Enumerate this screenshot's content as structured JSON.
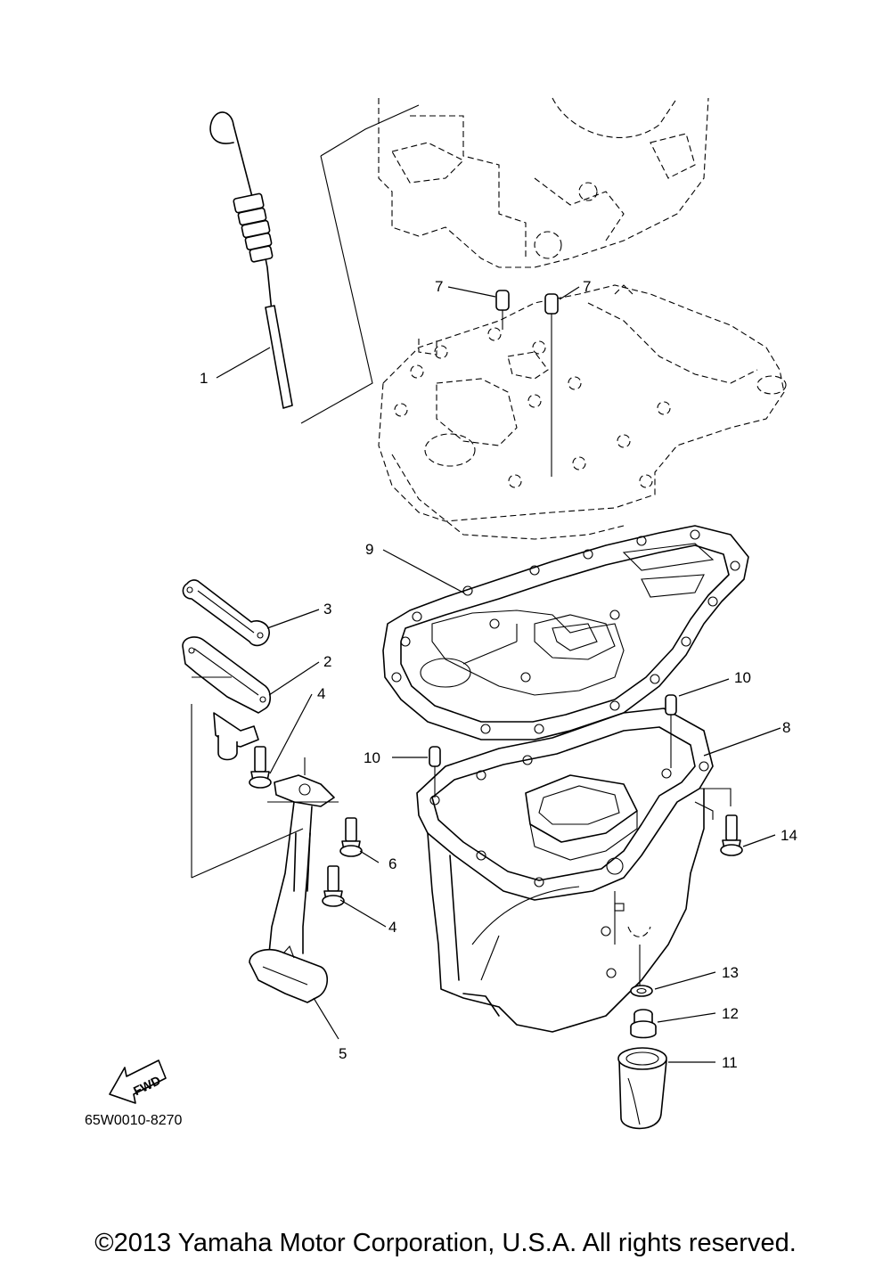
{
  "callouts": {
    "c1": "1",
    "c2": "2",
    "c3": "3",
    "c4a": "4",
    "c4b": "4",
    "c5": "5",
    "c6": "6",
    "c7a": "7",
    "c7b": "7",
    "c8": "8",
    "c9": "9",
    "c10a": "10",
    "c10b": "10",
    "c11": "11",
    "c12": "12",
    "c13": "13",
    "c14": "14"
  },
  "fwd_label": "FWD",
  "diagram_code": "65W0010-8270",
  "copyright": "©2013 Yamaha Motor Corporation, U.S.A. All rights reserved."
}
